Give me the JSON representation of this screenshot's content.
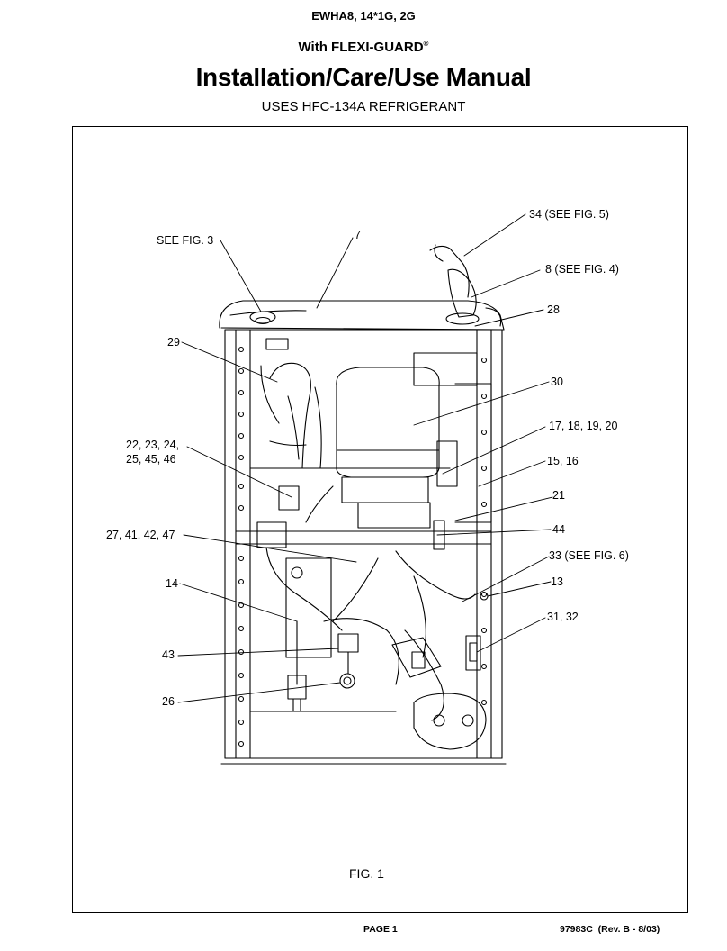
{
  "header": {
    "model": "EWHA8, 14*1G, 2G",
    "subtitle": "With FLEXI-GUARD",
    "subtitle_mark": "®",
    "title": "Installation/Care/Use Manual",
    "refrigerant": "USES HFC-134A REFRIGERANT"
  },
  "figure": {
    "caption": "FIG. 1",
    "callouts": {
      "c34": "34 (SEE FIG. 5)",
      "c7": "7",
      "see3": "SEE FIG. 3",
      "c8": "8 (SEE FIG. 4)",
      "c28": "28",
      "c29": "29",
      "c30": "30",
      "c17": "17, 18, 19, 20",
      "c22a": "22, 23, 24,",
      "c22b": "25, 45, 46",
      "c15": "15, 16",
      "c21": "21",
      "c27": "27, 41, 42, 47",
      "c44": "44",
      "c33": "33 (SEE FIG. 6)",
      "c14": "14",
      "c13": "13",
      "c31": "31, 32",
      "c43": "43",
      "c26": "26"
    }
  },
  "footer": {
    "page": "PAGE 1",
    "doc": "97983C  (Rev. B - 8/03)"
  }
}
